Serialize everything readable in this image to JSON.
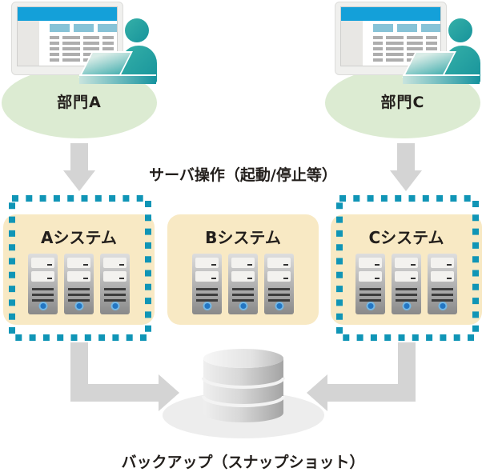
{
  "departments": [
    {
      "label": "部門A"
    },
    {
      "label": "部門C"
    }
  ],
  "captions": {
    "server_ops": "サーバ操作（起動/停止等）",
    "backup": "バックアップ（スナップショット）"
  },
  "systems": [
    {
      "label": "Aシステム",
      "highlighted": true,
      "server_count": 3
    },
    {
      "label": "Bシステム",
      "highlighted": false,
      "server_count": 3
    },
    {
      "label": "Cシステム",
      "highlighted": true,
      "server_count": 3
    }
  ],
  "icons": {
    "department": "monitor-with-user-and-laptop-icon",
    "system": "server-tower-icon",
    "backup": "database-cylinder-icon",
    "flow_down": "gray-down-arrow-icon",
    "flow_elbow": "gray-elbow-arrow-icon"
  },
  "colors": {
    "ellipse_green": "#dcebd2",
    "box_beige": "#f8e9c4",
    "highlight_dash_teal": "#1095b6",
    "person_teal": "#2aa7a2",
    "monitor_titlebar_blue": "#14a0d9",
    "arrow_gray": "#d4d4d4",
    "text": "#231f1c"
  }
}
